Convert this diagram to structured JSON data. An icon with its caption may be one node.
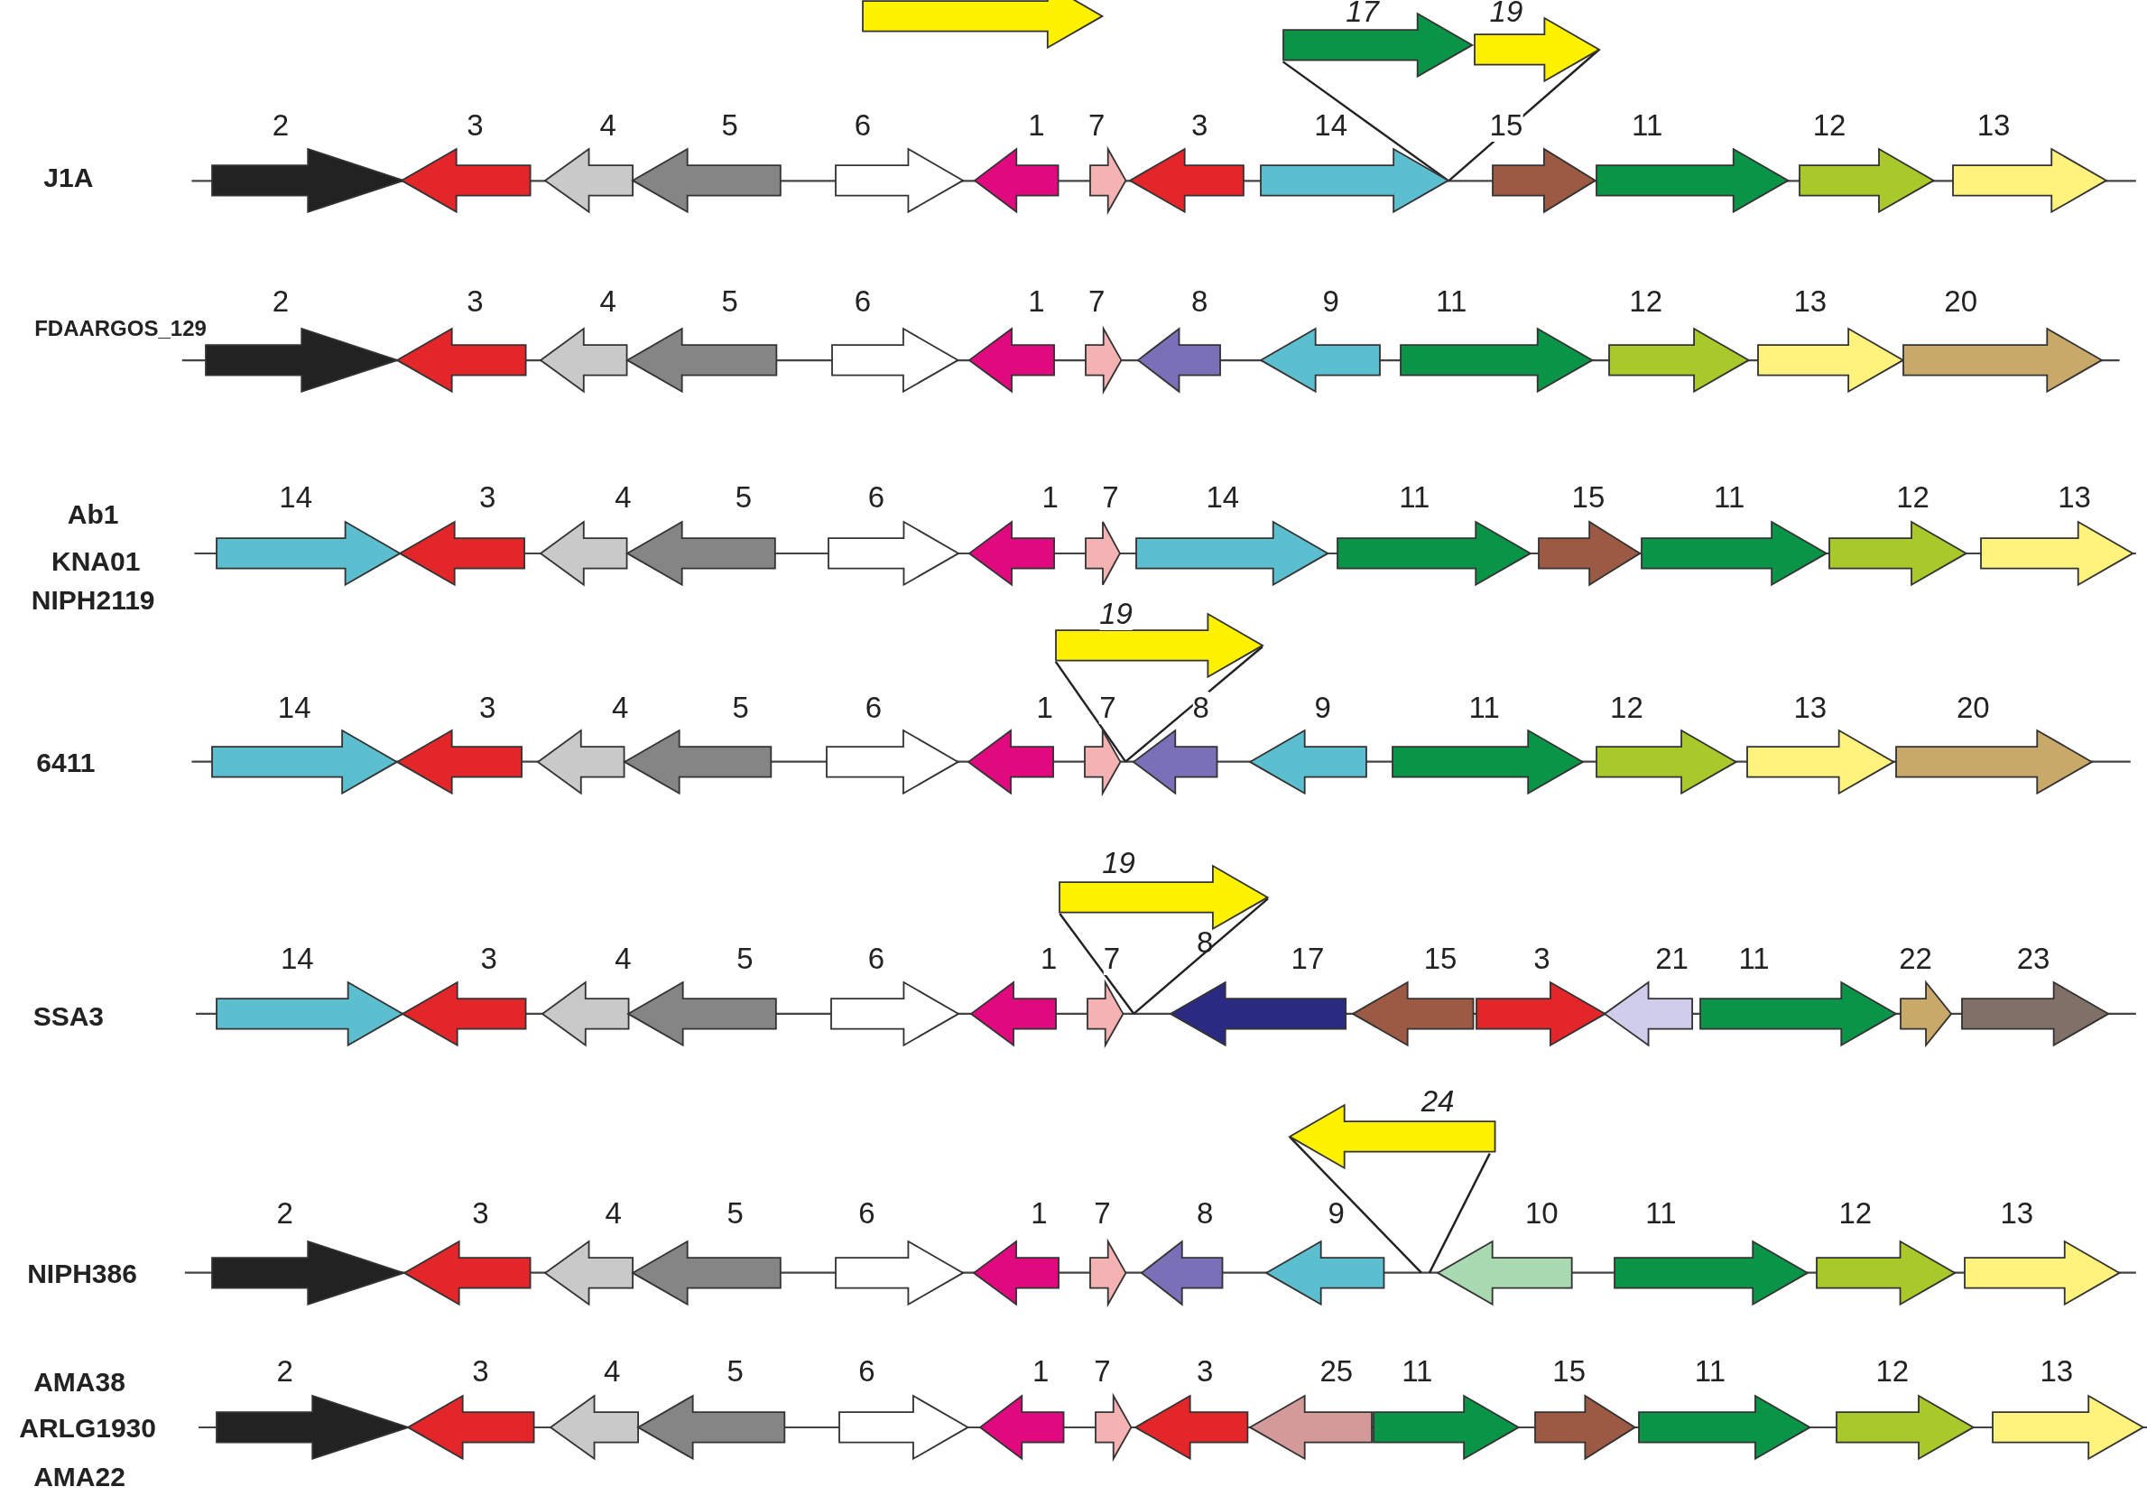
{
  "diagram": {
    "nodes": [
      {
        "text": [],
        "shape": "arrow"
      },
      {
        "text": [
          "17"
        ]
      },
      {
        "text": [
          "19"
        ]
      },
      {
        "text": [
          "2"
        ]
      },
      {
        "text": [
          "3"
        ]
      },
      {
        "text": [
          "4"
        ]
      },
      {
        "text": [
          "5"
        ]
      },
      {
        "text": [
          "6"
        ]
      },
      {
        "text": [
          "1"
        ]
      },
      {
        "text": [
          "7"
        ]
      },
      {
        "text": [
          "3"
        ]
      },
      {
        "text": [
          "14"
        ]
      },
      {
        "text": [
          "15"
        ]
      },
      {
        "text": [
          "11"
        ]
      },
      {
        "text": [
          "12"
        ]
      },
      {
        "text": [
          "13"
        ]
      },
      {
        "text": [
          "2"
        ]
      },
      {
        "text": [
          "3"
        ]
      },
      {
        "text": [
          "4"
        ]
      },
      {
        "text": [
          "5"
        ]
      },
      {
        "text": [
          "6"
        ]
      },
      {
        "text": [
          "1"
        ]
      },
      {
        "text": [
          "7"
        ]
      },
      {
        "text": [
          "8"
        ]
      },
      {
        "text": [
          "9"
        ]
      },
      {
        "text": [
          "11"
        ]
      },
      {
        "text": [
          "12"
        ]
      },
      {
        "text": [
          "13"
        ]
      },
      {
        "text": [
          "20"
        ]
      },
      {
        "text": [
          "14"
        ]
      },
      {
        "text": [
          "3"
        ]
      },
      {
        "text": [
          "4"
        ]
      },
      {
        "text": [
          "5"
        ]
      },
      {
        "text": [
          "6"
        ]
      },
      {
        "text": [
          "1"
        ]
      },
      {
        "text": [
          "7"
        ]
      },
      {
        "text": [
          "14"
        ]
      },
      {
        "text": [
          "11"
        ]
      },
      {
        "text": [
          "15"
        ]
      },
      {
        "text": [
          "11"
        ]
      },
      {
        "text": [
          "12"
        ]
      },
      {
        "text": [
          "13"
        ]
      },
      {
        "text": [
          "19"
        ]
      },
      {
        "text": [
          "14"
        ]
      },
      {
        "text": [
          "3"
        ]
      },
      {
        "text": [
          "4"
        ]
      },
      {
        "text": [
          "5"
        ]
      },
      {
        "text": [
          "6"
        ]
      },
      {
        "text": [
          "1"
        ]
      },
      {
        "text": [
          "7"
        ]
      },
      {
        "text": [
          "8"
        ]
      },
      {
        "text": [
          "9"
        ]
      },
      {
        "text": [
          "11"
        ]
      },
      {
        "text": [
          "12"
        ]
      },
      {
        "text": [
          "13"
        ]
      },
      {
        "text": [
          "20"
        ]
      },
      {
        "text": [
          "19"
        ]
      },
      {
        "text": [
          "14"
        ]
      },
      {
        "text": [
          "3"
        ]
      },
      {
        "text": [
          "4"
        ]
      },
      {
        "text": [
          "5"
        ]
      },
      {
        "text": [
          "6"
        ]
      },
      {
        "text": [
          "1"
        ]
      },
      {
        "text": [
          "7"
        ]
      },
      {
        "text": [
          "17"
        ]
      },
      {
        "text": [
          "15"
        ]
      },
      {
        "text": [
          "3"
        ]
      },
      {
        "text": [
          "21"
        ]
      },
      {
        "text": [
          "11"
        ]
      },
      {
        "text": [
          "22"
        ]
      },
      {
        "text": [
          "23"
        ]
      },
      {
        "text": [
          "24"
        ]
      },
      {
        "text": [
          "2"
        ]
      },
      {
        "text": [
          "3"
        ]
      },
      {
        "text": [
          "4"
        ]
      },
      {
        "text": [
          "5"
        ]
      },
      {
        "text": [
          "6"
        ]
      },
      {
        "text": [
          "1"
        ]
      },
      {
        "text": [
          "7"
        ]
      },
      {
        "text": [
          "8"
        ]
      },
      {
        "text": [
          "9"
        ]
      },
      {
        "text": [
          "10"
        ]
      },
      {
        "text": [
          "11"
        ]
      },
      {
        "text": [
          "12"
        ]
      },
      {
        "text": [
          "13"
        ]
      },
      {
        "text": [
          "2"
        ]
      },
      {
        "text": [
          "3"
        ]
      },
      {
        "text": [
          "4"
        ]
      },
      {
        "text": [
          "5"
        ]
      },
      {
        "text": [
          "6"
        ]
      },
      {
        "text": [
          "1"
        ]
      },
      {
        "text": [
          "7"
        ]
      },
      {
        "text": [
          "3"
        ]
      },
      {
        "text": [
          "25"
        ]
      },
      {
        "text": [
          "11"
        ]
      },
      {
        "text": [
          "15"
        ]
      },
      {
        "text": [
          "11"
        ]
      },
      {
        "text": [
          "12"
        ]
      },
      {
        "text": [
          "13"
        ]
      }
    ],
    "edges": [
      {
        "from": 1,
        "to": 11,
        "arrow": "none"
      },
      {
        "from": 2,
        "to": 11,
        "arrow": "none"
      },
      {
        "from": 42,
        "to": 49,
        "arrow": "none"
      },
      {
        "from": 42,
        "to": 49,
        "arrow": "none"
      },
      {
        "from": 56,
        "to": 63,
        "arrow": "none"
      },
      {
        "from": 56,
        "to": 63,
        "arrow": "none"
      },
      {
        "from": 71,
        "to": 81,
        "arrow": "none"
      },
      {
        "from": 71,
        "to": 81,
        "arrow": "none"
      }
    ],
    "labels": [
      "J1A",
      "FDAARGOS_129",
      "Ab1",
      "KNA01",
      "NIPH2119",
      "6411",
      "SSA3",
      "8",
      "NIPH386",
      "AMA38",
      "ARLG1930",
      "AMA22"
    ]
  }
}
